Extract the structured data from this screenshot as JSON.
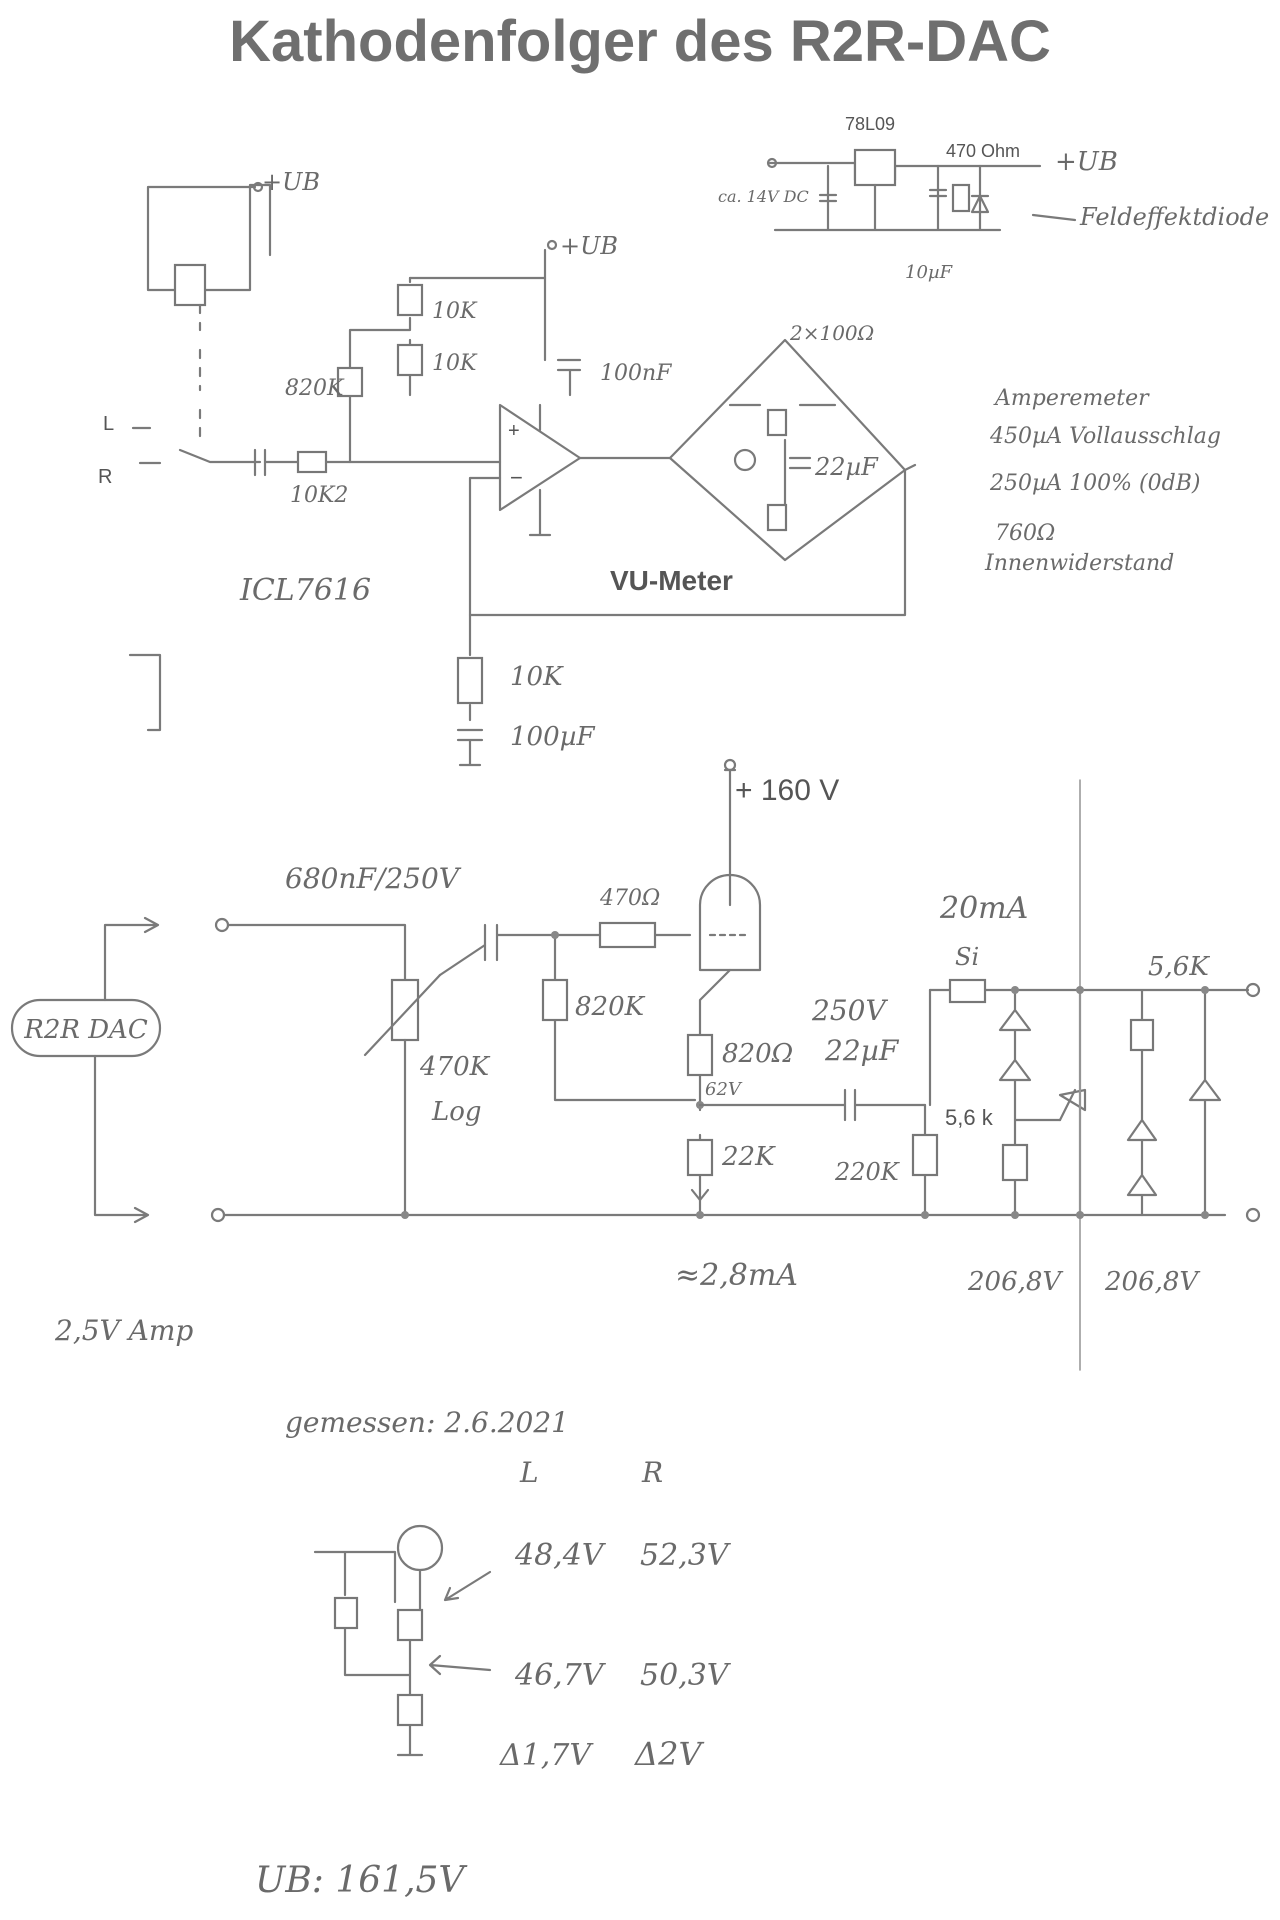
{
  "title": "Kathodenfolger des R2R-DAC",
  "regulator": {
    "ic": "78L09",
    "resistor": "470 Ohm",
    "output": "+UB",
    "input": "ca. 14V DC",
    "capacitor": "10µF",
    "diode_note": "Feldeffektdiode"
  },
  "vu_section": {
    "supply_left": "+UB",
    "supply_right": "+UB",
    "r_top1": "10K",
    "r_top2": "10K",
    "r_left": "820K",
    "cap_supply": "100nF",
    "input_l": "L",
    "input_r": "R",
    "r_input": "10K2",
    "opamp": "ICL7616",
    "bridge_label": "2×100Ω",
    "bridge_cap": "22µF",
    "meter_label": "VU-Meter",
    "fb_resistor": "10K",
    "fb_cap": "100µF",
    "meter_notes": [
      "Amperemeter",
      "450µA Vollausschlag",
      "250µA 100% (0dB)",
      "760Ω",
      "Innenwiderstand"
    ]
  },
  "follower": {
    "supply": "+ 160 V",
    "input_cap": "680nF/250V",
    "source": "R2R DAC",
    "pot": "470K",
    "pot_type": "Log",
    "grid_r": "470Ω",
    "bias_r": "820K",
    "cathode_r": "820Ω",
    "cathode_v": "62V",
    "load_r": "22K",
    "current": "≈2,8mA",
    "out_cap_v": "250V",
    "out_cap": "22µF",
    "fuse": "20mA",
    "fuse_type": "Si",
    "r_5k6_a": "5,6 k",
    "r_220k": "220K",
    "zener_v_1": "206,8V",
    "r_5k6_b": "5,6K",
    "zener_v_2": "206,8V",
    "amp_note": "2,5V Amp"
  },
  "measurement": {
    "heading": "gemessen: 2.6.2021",
    "col_l": "L",
    "col_r": "R",
    "rows": [
      {
        "l": "48,4V",
        "r": "52,3V"
      },
      {
        "l": "46,7V",
        "r": "50,3V"
      },
      {
        "l": "Δ1,7V",
        "r": "Δ2V"
      }
    ],
    "ub": "UB: 161,5V"
  }
}
